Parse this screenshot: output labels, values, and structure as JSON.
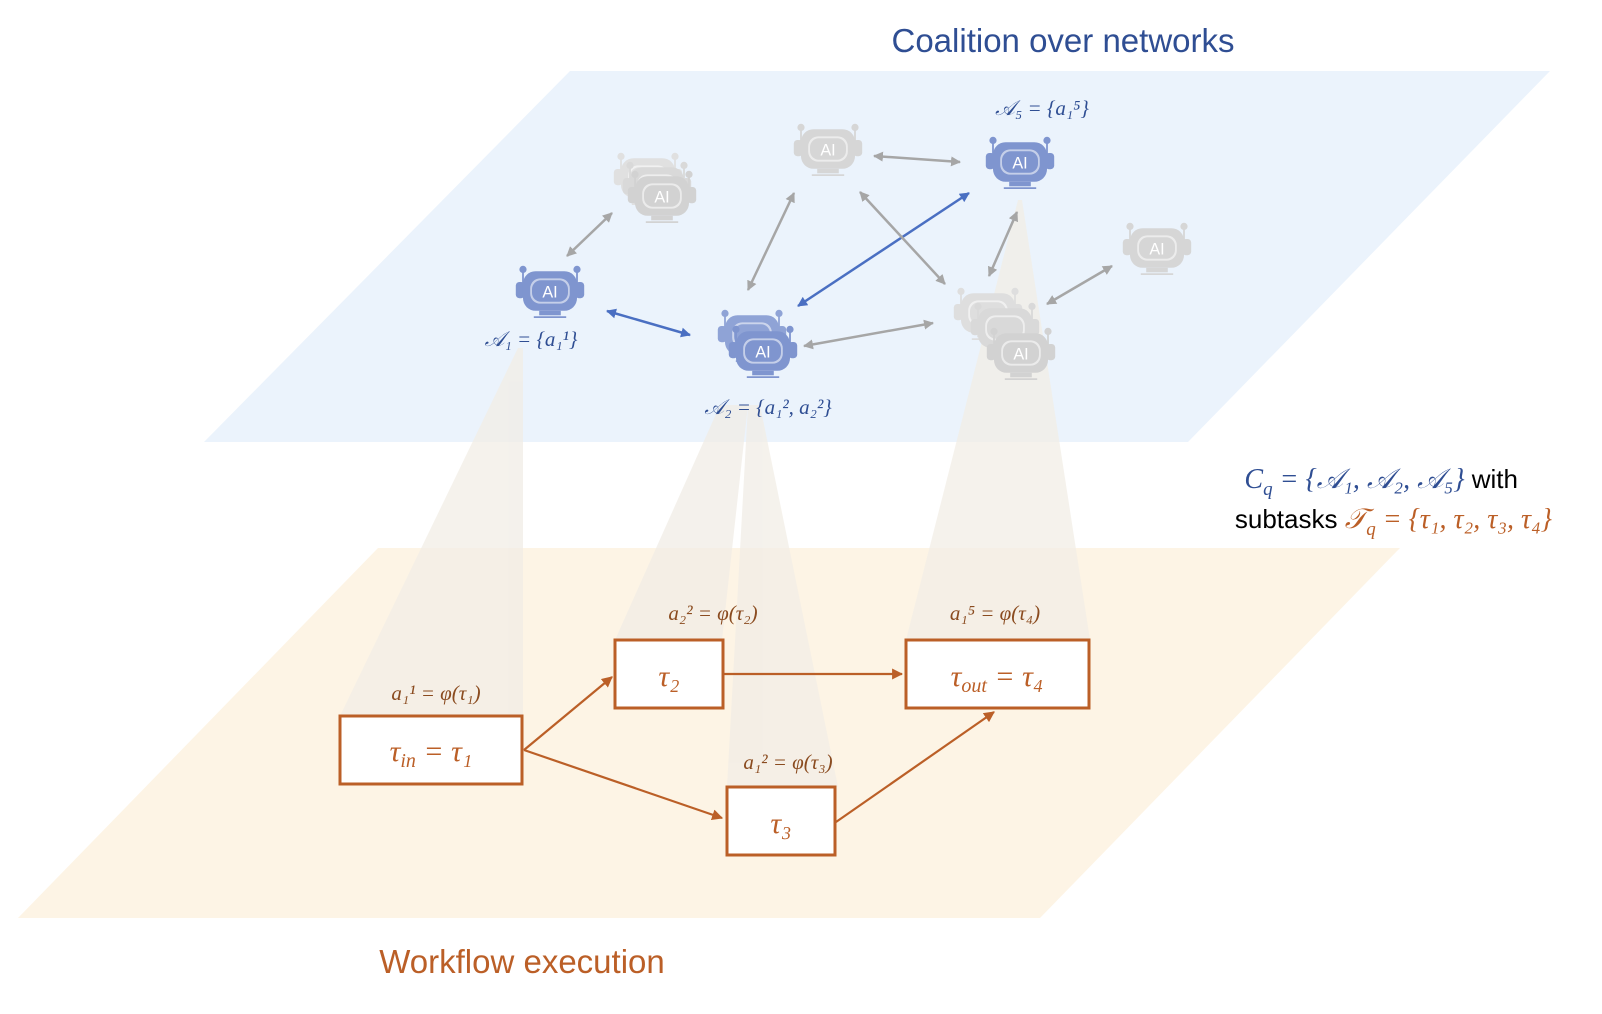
{
  "colors": {
    "network_plane": "#ebf3fc",
    "workflow_plane": "#fdf4e5",
    "blue": "#2f4e93",
    "orange": "#bb5f27",
    "grey": "#b4b4b4",
    "agent_blue": "#7f95cf",
    "agent_grey": "#d6d6d6"
  },
  "titles": {
    "network": "Coalition over networks",
    "workflow": "Workflow execution"
  },
  "agent_icon_text": "AI",
  "agent_labels": {
    "a1": "𝒜₁ = {a₁¹}",
    "a2": "𝒜₂ = {a₁², a₂²}",
    "a5": "𝒜₅ = {a₁⁵}"
  },
  "coalition": {
    "lhs": "C",
    "lhs_sub": "q",
    "set": " = {𝒜₁, 𝒜₂, 𝒜₅}",
    "with": " with",
    "subtasks": "subtasks",
    "t_lhs": "𝒯",
    "t_sub": "q",
    "t_set": " = {τ₁, τ₂, τ₃, τ₄}"
  },
  "tasks": {
    "t1": {
      "label": "τ",
      "sub": "in",
      "rest": " = τ₁",
      "assign": "a₁¹ = φ(τ₁)"
    },
    "t2": {
      "label": "τ₂",
      "assign": "a₂² = φ(τ₂)"
    },
    "t3": {
      "label": "τ₃",
      "assign": "a₁² = φ(τ₃)"
    },
    "t4": {
      "label": "τ",
      "sub": "out",
      "rest": " = τ₄",
      "assign": "a₁⁵ = φ(τ₄)"
    }
  }
}
